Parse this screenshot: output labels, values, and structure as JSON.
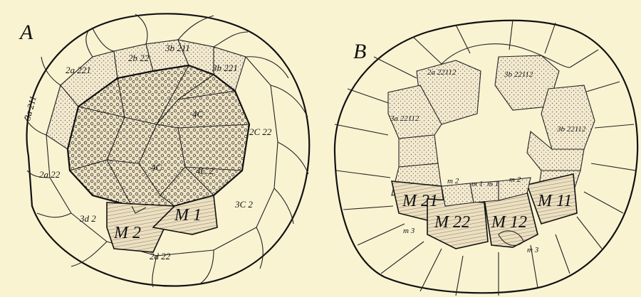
{
  "panels": [
    {
      "id": "A",
      "title": "A",
      "labels": [
        "3a 211",
        "2a 221",
        "2b 22",
        "3b 211",
        "3b 221",
        "4C",
        "2C 22",
        "2a 22",
        "3C 2",
        "3d 2",
        "2d 22",
        "M 2",
        "M 1",
        "4C",
        "4C 2"
      ]
    },
    {
      "id": "B",
      "title": "B",
      "labels": [
        "2a 22112",
        "3b 22112",
        "3a 22112",
        "3b 22112",
        "M 21",
        "M 22",
        "M 12",
        "M 11",
        "m 2",
        "m 1",
        "m 1",
        "m 2",
        "m 3",
        "m 3"
      ]
    }
  ],
  "colors": {
    "background": "#faf3d2",
    "line": "#111111",
    "stipple": "#6b6456"
  }
}
